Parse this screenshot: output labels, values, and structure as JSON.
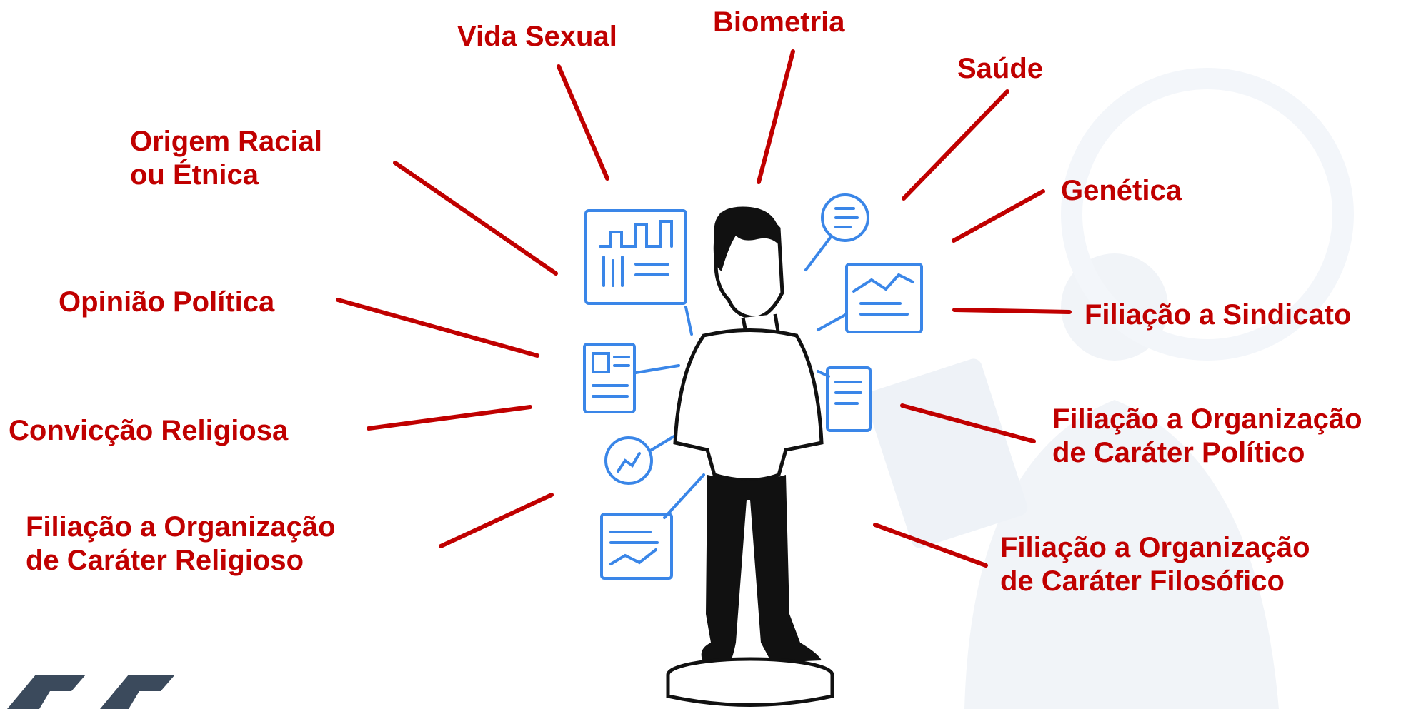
{
  "labels": {
    "vida_sexual": "Vida Sexual",
    "biometria": "Biometria",
    "saude": "Saúde",
    "origem_racial_line1": "Origem Racial",
    "origem_racial_line2": "ou Étnica",
    "genetica": "Genética",
    "opiniao_politica": "Opinião Política",
    "filiacao_sindicato": "Filiação a Sindicato",
    "conviccao_religiosa": "Convicção Religiosa",
    "org_politico_line1": "Filiação a Organização",
    "org_politico_line2": "de Caráter Político",
    "org_religioso_line1": "Filiação a Organização",
    "org_religioso_line2": "de Caráter Religioso",
    "org_filosofico_line1": "Filiação a Organização",
    "org_filosofico_line2": "de Caráter Filosófico"
  },
  "colors": {
    "label": "#c00000",
    "connector": "#c00000",
    "doc_icons": "#3a86e8",
    "figure_outline": "#111111",
    "watermark": "#eef2f7",
    "logo": "#3b4a5c"
  }
}
